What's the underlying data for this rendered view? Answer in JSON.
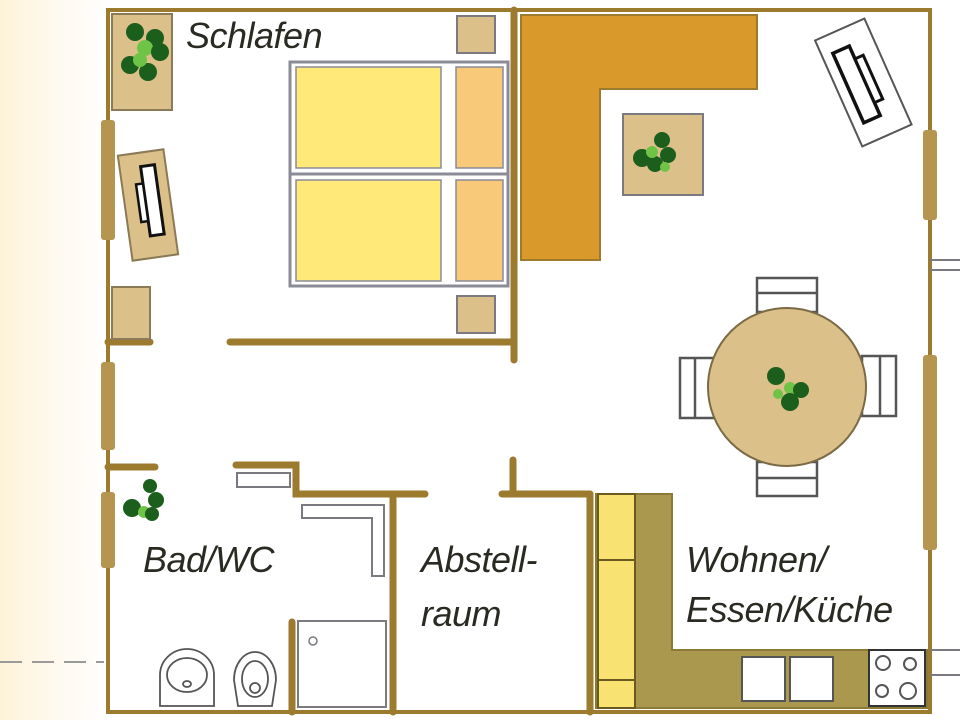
{
  "plan": {
    "colors": {
      "wall": "#9c7a2e",
      "wall_light": "#b59550",
      "furniture_tan": "#dcc08a",
      "sofa_orange": "#d99a2b",
      "bed_yellow": "#ffe979",
      "pillow_orange": "#f8c978",
      "kitchen_olive": "#a9984e",
      "kitchen_yellow": "#f7e272",
      "plant_dark": "#1c5e1c",
      "plant_light": "#6fc447",
      "outline_gray": "#7a7a80"
    },
    "rooms": {
      "schlafen": {
        "label": "Schlafen"
      },
      "bad_wc": {
        "label": "Bad/WC"
      },
      "abstellraum": {
        "line1": "Abstell-",
        "line2": "raum"
      },
      "wohnen": {
        "line1": "Wohnen/",
        "line2": "Essen/Küche"
      }
    },
    "icons": [
      "plant-icon",
      "bed-icon",
      "nightstand-icon",
      "tv-icon",
      "sofa-icon",
      "dining-table-icon",
      "chair-icon",
      "sink-icon",
      "toilet-icon",
      "shower-icon",
      "bathtub-icon",
      "stove-icon",
      "kitchen-sink-icon",
      "window-icon",
      "door-icon"
    ]
  }
}
